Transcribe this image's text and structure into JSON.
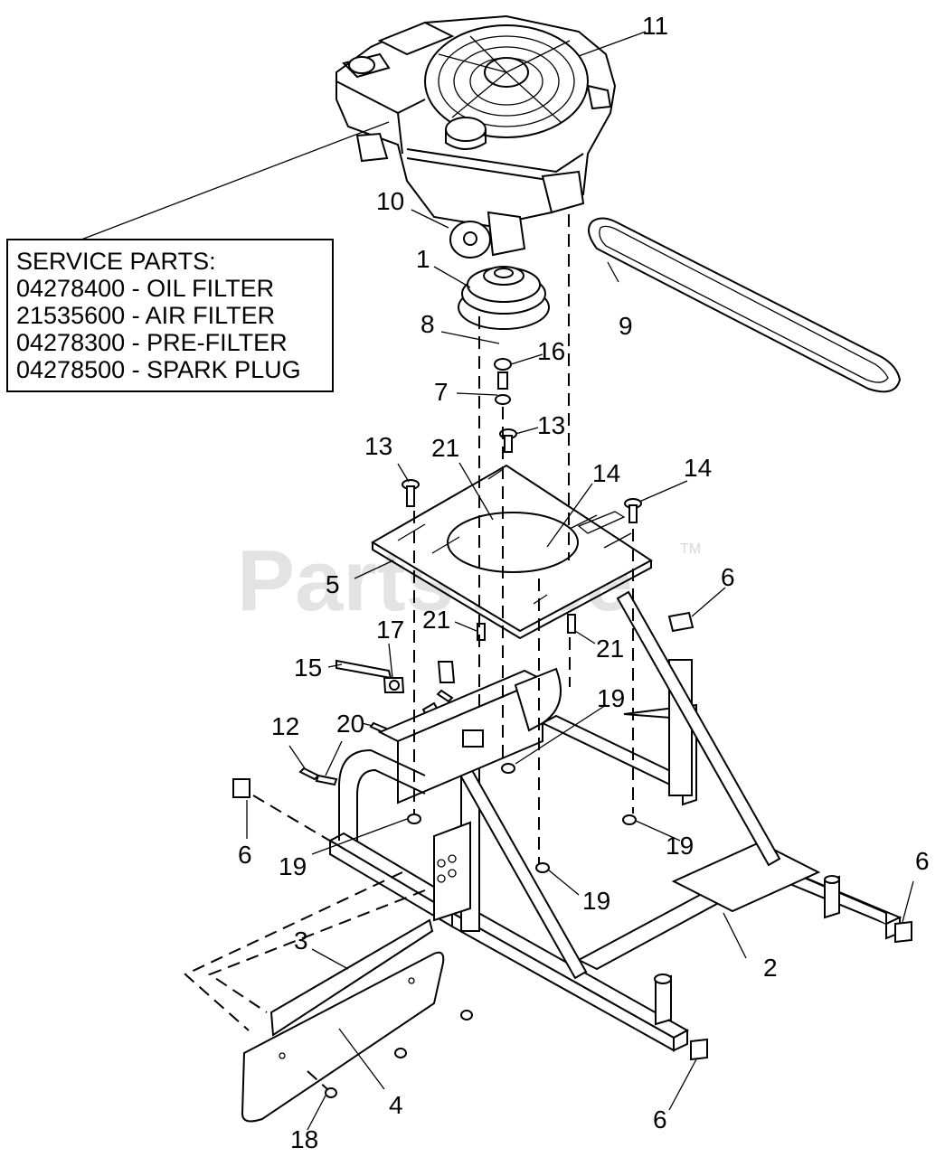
{
  "watermark": {
    "text": "PartsTree",
    "trademark": "TM"
  },
  "service_parts": {
    "title": "SERVICE PARTS:",
    "items": [
      "04278400 - OIL FILTER",
      "21535600 - AIR FILTER",
      "04278300 - PRE-FILTER",
      "04278500 - SPARK PLUG"
    ]
  },
  "callouts": {
    "c1": "1",
    "c2": "2",
    "c3": "3",
    "c4": "4",
    "c5": "5",
    "c6a": "6",
    "c6b": "6",
    "c6c": "6",
    "c6d": "6",
    "c7": "7",
    "c8": "8",
    "c9": "9",
    "c10": "10",
    "c11": "11",
    "c12": "12",
    "c13a": "13",
    "c13b": "13",
    "c14a": "14",
    "c14b": "14",
    "c15": "15",
    "c16": "16",
    "c17": "17",
    "c18": "18",
    "c19a": "19",
    "c19b": "19",
    "c19c": "19",
    "c19d": "19",
    "c20": "20",
    "c21a": "21",
    "c21b": "21",
    "c21c": "21"
  }
}
